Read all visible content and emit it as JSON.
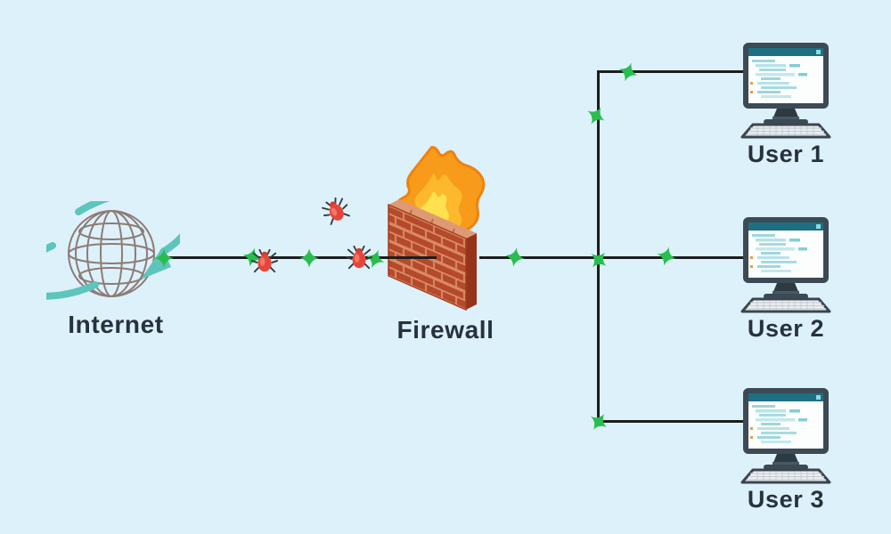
{
  "colors": {
    "background": "#ddf1fb",
    "connection_line": "#1d1d1d",
    "safe_packet_green": "#29bd4f",
    "threat_red": "#e8453a",
    "internet_swoosh_teal": "#5ec5bc",
    "globe_wireframe": "#8c7c75",
    "brick_red": "#b5492b",
    "flame_orange": "#f89b1b",
    "flame_yellow": "#ffe14f",
    "monitor_bezel": "#3b4a54",
    "label_text": "#28313f"
  },
  "nodes": {
    "internet": {
      "label": "Internet",
      "icon": "globe-icon"
    },
    "firewall": {
      "label": "Firewall",
      "icon": "firewall-brick-fire-icon"
    },
    "users": [
      {
        "label": "User 1",
        "icon": "desktop-computer-icon"
      },
      {
        "label": "User 2",
        "icon": "desktop-computer-icon"
      },
      {
        "label": "User 3",
        "icon": "desktop-computer-icon"
      }
    ]
  },
  "markers": {
    "safe_packet_icon": "green-star",
    "safe_packet_count": 10,
    "threat_icon": "red-bug",
    "threat_count": 3
  }
}
